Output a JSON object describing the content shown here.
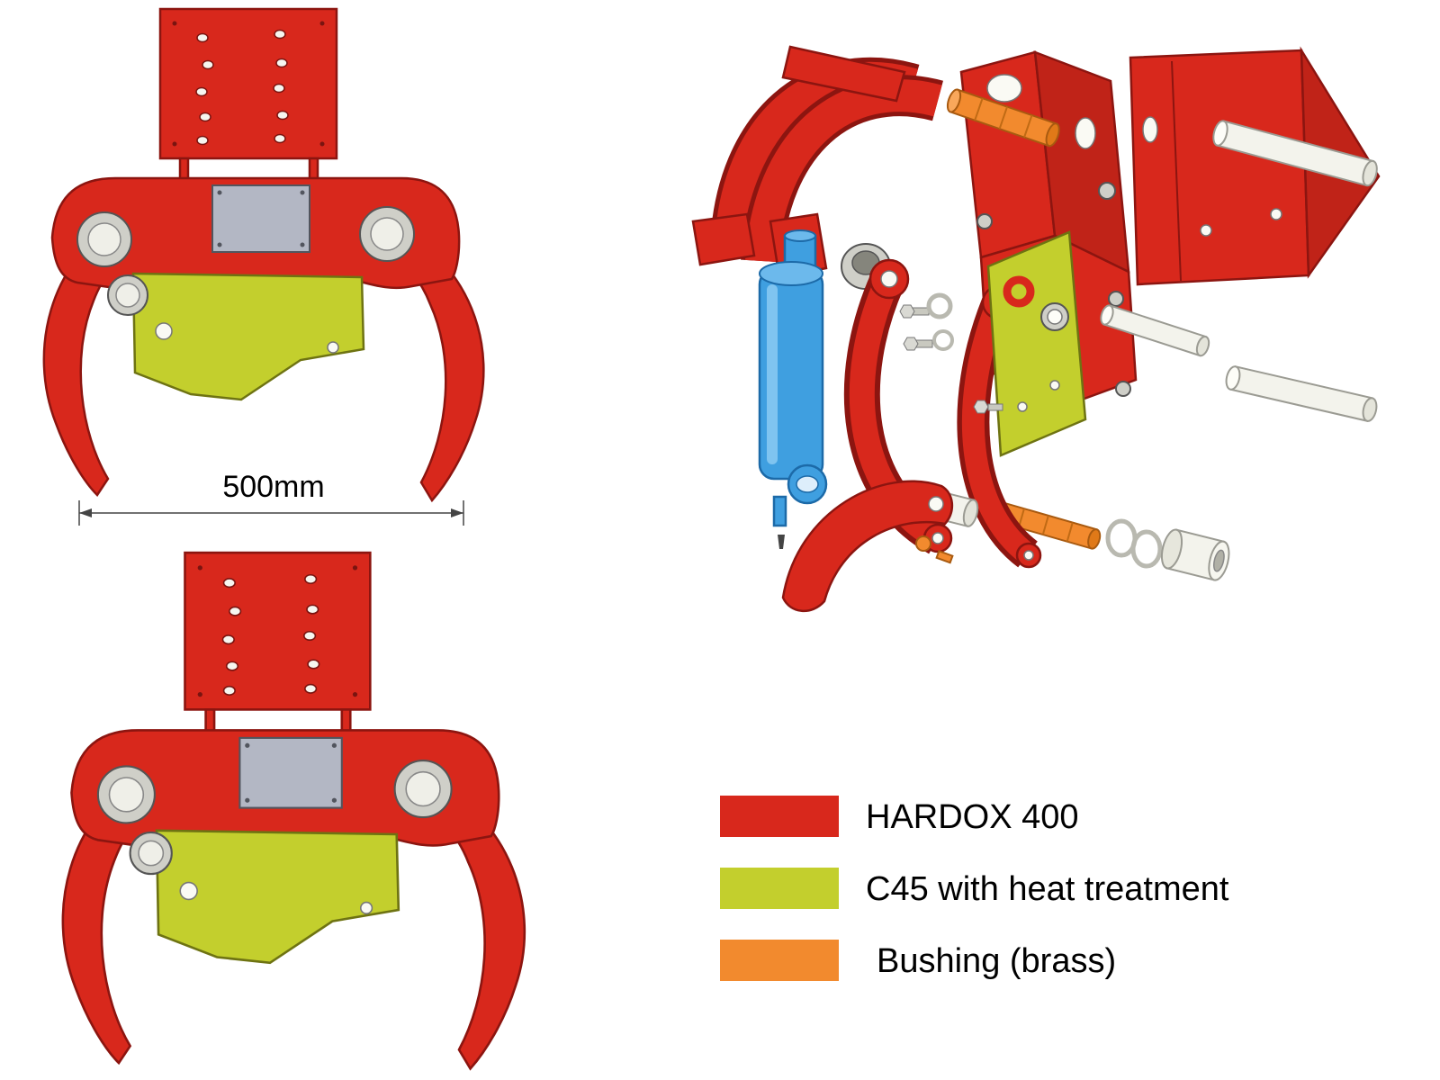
{
  "dimension": {
    "label": "500mm"
  },
  "legend": {
    "items": [
      {
        "label": "HARDOX 400",
        "color": "#d8281c"
      },
      {
        "label": "C45 with heat treatment",
        "color": "#c3cf2d"
      },
      {
        "label": "Bushing (brass)",
        "color": "#f28a2e"
      }
    ]
  },
  "colors": {
    "hardox_red": "#d8281c",
    "hardox_red_dark": "#8c1510",
    "c45_yellow": "#c3cf2d",
    "bushing_orange": "#f28a2e",
    "cylinder_blue": "#3f9fe0",
    "steel_gray": "#cfcfc8",
    "pin_white": "#f3f3ec",
    "cover_plate_gray": "#b3b7c4"
  }
}
